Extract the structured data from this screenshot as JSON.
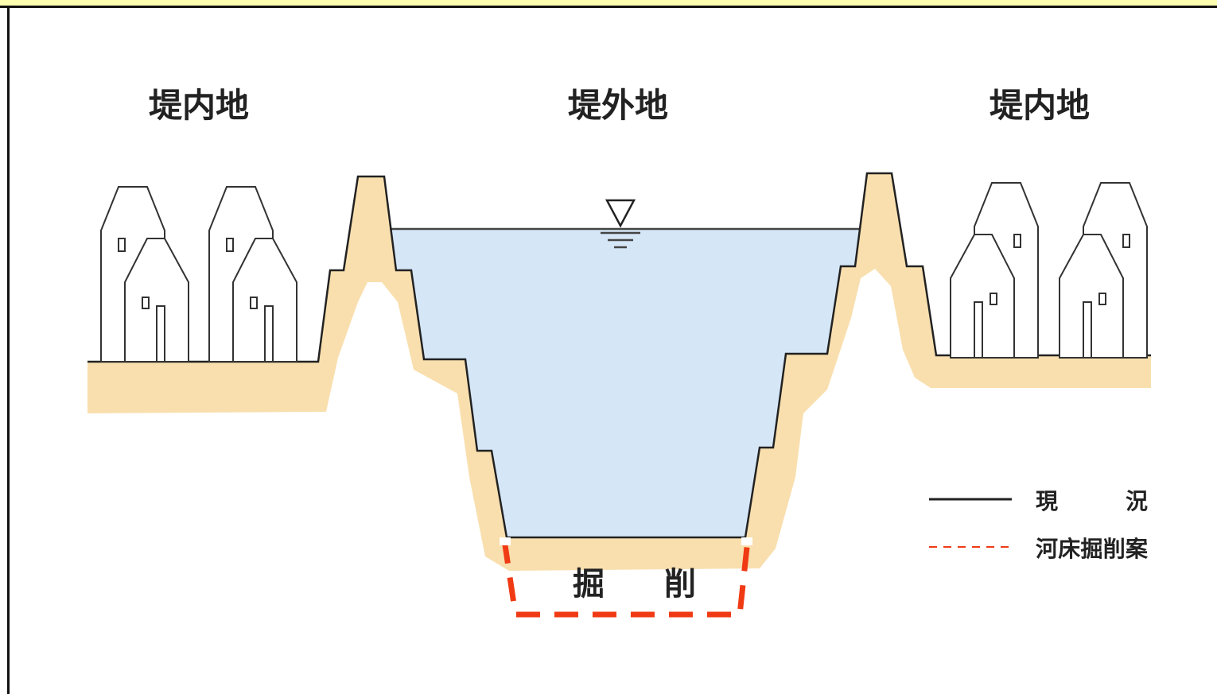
{
  "labels": {
    "left_region": "堤内地",
    "center_region": "堤外地",
    "right_region": "堤内地",
    "excavation_char1": "掘",
    "excavation_char2": "削"
  },
  "legend": {
    "current": {
      "left": "現",
      "right": "況"
    },
    "proposal": "河床掘削案"
  },
  "colors": {
    "water": "#d5e6f7",
    "soil": "#f9dfae",
    "line": "#222222",
    "proposal_line": "#f03a14",
    "top_bar": "#ffffb0"
  },
  "icons": [
    "house-icon",
    "water-level-icon"
  ]
}
